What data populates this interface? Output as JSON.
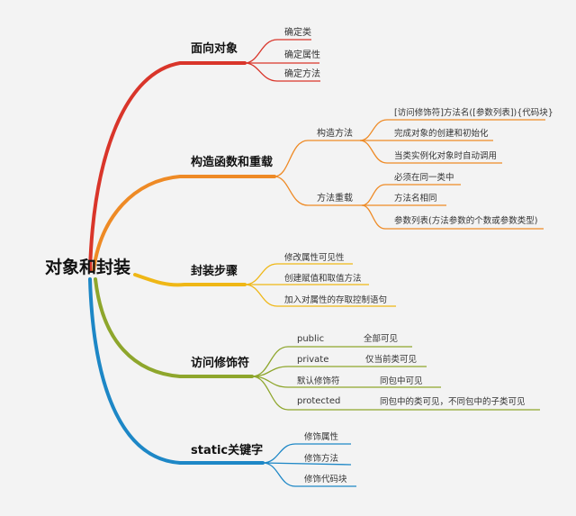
{
  "root": {
    "label": "对象和封装"
  },
  "branches": [
    {
      "label": "面向对象",
      "color": "#d9352a",
      "children": [
        {
          "label": "确定类"
        },
        {
          "label": "确定属性"
        },
        {
          "label": "确定方法"
        }
      ]
    },
    {
      "label": "构造函数和重载",
      "color": "#ee8a25",
      "children": [
        {
          "label": "构造方法",
          "children": [
            {
              "label": "[访问修饰符]方法名([参数列表]){代码块}"
            },
            {
              "label": "完成对象的创建和初始化"
            },
            {
              "label": "当类实例化对象时自动调用"
            }
          ]
        },
        {
          "label": "方法重载",
          "children": [
            {
              "label": "必须在同一类中"
            },
            {
              "label": "方法名相同"
            },
            {
              "label": "参数列表(方法参数的个数或参数类型)"
            }
          ]
        }
      ]
    },
    {
      "label": "封装步骤",
      "color": "#efb716",
      "children": [
        {
          "label": "修改属性可见性"
        },
        {
          "label": "创建赋值和取值方法"
        },
        {
          "label": "加入对属性的存取控制语句"
        }
      ]
    },
    {
      "label": "访问修饰符",
      "color": "#8ea62c",
      "children": [
        {
          "label": "public",
          "desc": "全部可见"
        },
        {
          "label": "private",
          "desc": "仅当前类可见"
        },
        {
          "label": "默认修饰符",
          "desc": "同包中可见"
        },
        {
          "label": "protected",
          "desc": "同包中的类可见，不同包中的子类可见"
        }
      ]
    },
    {
      "label": "static关键字",
      "color": "#1d87c6",
      "children": [
        {
          "label": "修饰属性"
        },
        {
          "label": "修饰方法"
        },
        {
          "label": "修饰代码块"
        }
      ]
    }
  ]
}
